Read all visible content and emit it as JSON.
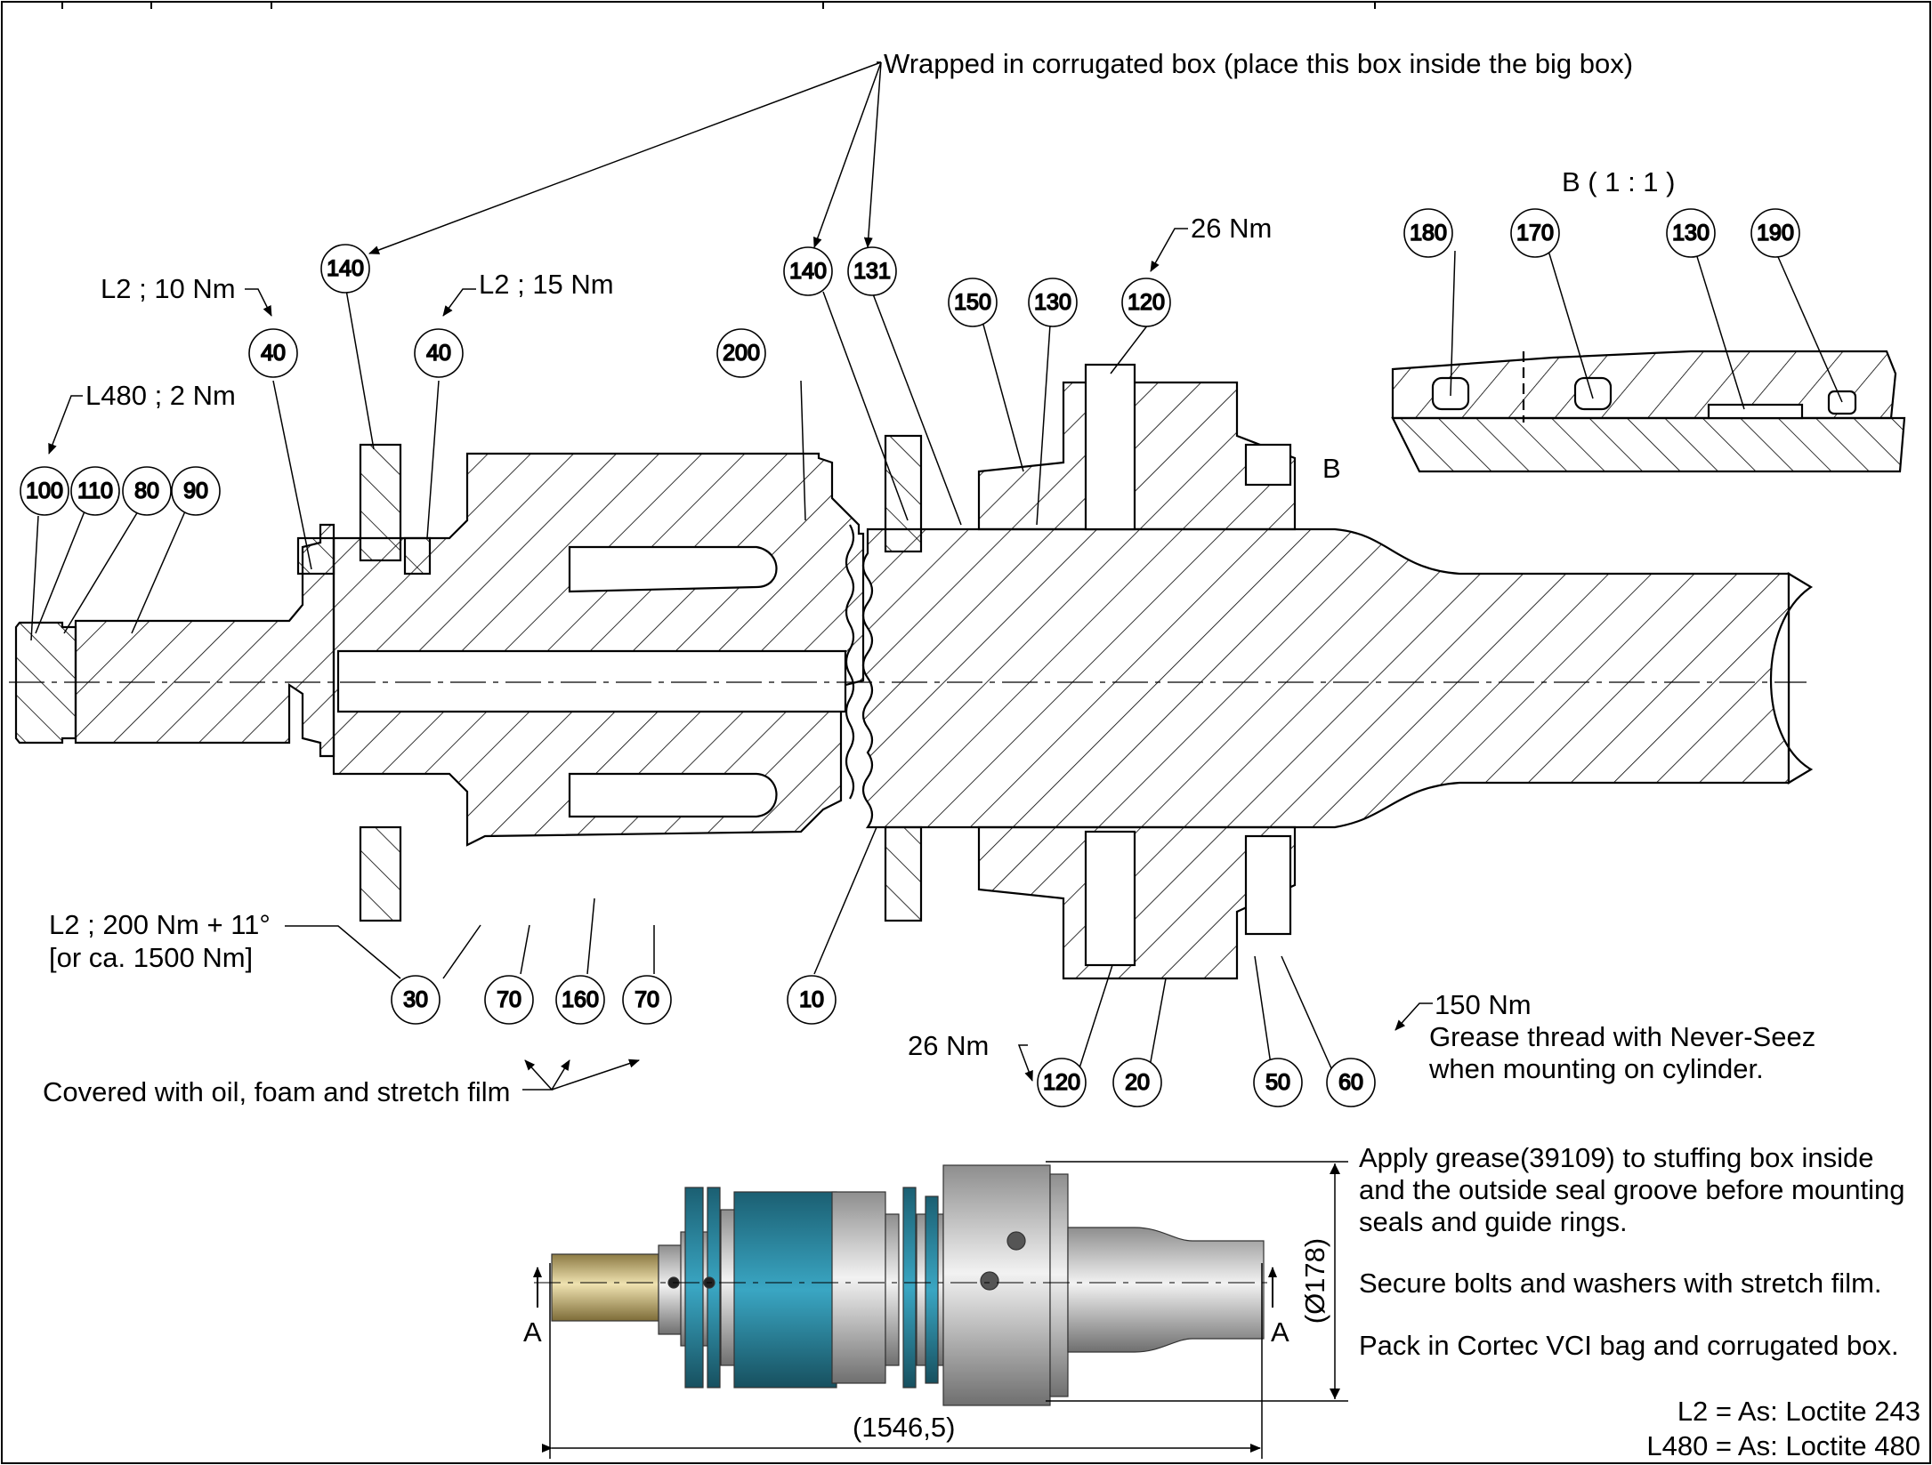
{
  "wrapped_note": "Wrapped in corrugated box (place this box inside the big box)",
  "detail_title": "B ( 1 : 1 )",
  "section_marker": "B",
  "view_marker": "A",
  "torque_labels": {
    "l2_10": "L2 ; 10 Nm",
    "l2_15": "L2 ; 15 Nm",
    "l480_2": "L480 ; 2 Nm",
    "nm26_top": "26 Nm",
    "nm26_bottom": "26 Nm",
    "l2_200_line1": "L2 ; 200 Nm + 11°",
    "l2_200_line2": "[or ca. 1500 Nm]",
    "nm150_line1": "150 Nm",
    "nm150_line2": "Grease thread with Never-Seez",
    "nm150_line3": "when mounting on cylinder."
  },
  "covered_note": "Covered with oil, foam and stretch film",
  "balloons": {
    "b140a": "140",
    "b40a": "40",
    "b40b": "40",
    "b100": "100",
    "b110": "110",
    "b80": "80",
    "b90": "90",
    "b200": "200",
    "b140b": "140",
    "b131": "131",
    "b150": "150",
    "b130": "130",
    "b120a": "120",
    "d180": "180",
    "d170": "170",
    "d130": "130",
    "d190": "190",
    "b30": "30",
    "b70a": "70",
    "b160": "160",
    "b70b": "70",
    "b10": "10",
    "b120b": "120",
    "b20": "20",
    "b50": "50",
    "b60": "60"
  },
  "instructions": {
    "line1": "Apply grease(39109) to stuffing box inside",
    "line2": "and the outside seal groove before mounting",
    "line3": "seals and guide rings.",
    "line4": "Secure bolts and washers with stretch film.",
    "line5": "Pack in Cortec VCI bag and corrugated box."
  },
  "legend": {
    "l2": "L2 = As: Loctite 243",
    "l480": "L480 = As: Loctite 480"
  },
  "dimensions": {
    "length": "(1546,5)",
    "diameter": "(Ø178)"
  },
  "colors": {
    "steel": "#d4d4d4",
    "brass": "#c9b67a",
    "seal_blue": "#2a8aa4",
    "hatch": "#000000"
  }
}
